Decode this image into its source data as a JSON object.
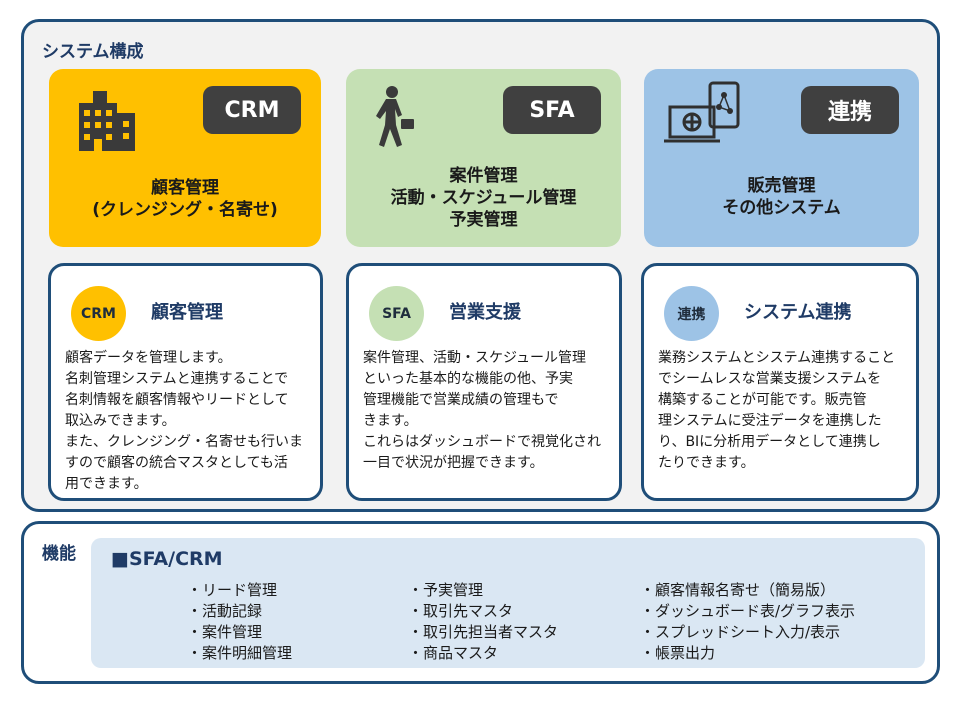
{
  "system": {
    "title": "システム構成",
    "top_boxes": [
      {
        "tag": "CRM",
        "lines": [
          "顧客管理",
          "(クレンジング・名寄せ)"
        ],
        "icon": "building-icon"
      },
      {
        "tag": "SFA",
        "lines": [
          "案件管理",
          "活動・スケジュール管理",
          "予実管理"
        ],
        "icon": "businessman-icon"
      },
      {
        "tag": "連携",
        "lines": [
          "販売管理",
          "その他システム"
        ],
        "icon": "devices-network-icon"
      }
    ],
    "desc_boxes": [
      {
        "badge": "CRM",
        "heading": "顧客管理",
        "lines": [
          "顧客データを管理します。",
          "名刺管理システムと連携することで",
          "名刺情報を顧客情報やリードとして",
          "取込みできます。",
          "また、クレンジング・名寄せも行いま",
          "すので顧客の統合マスタとしても活",
          "用できます。"
        ]
      },
      {
        "badge": "SFA",
        "heading": "営業支援",
        "lines": [
          "案件管理、活動・スケジュール管理",
          "といった基本的な機能の他、予実",
          "管理機能で営業成績の管理もで",
          "きます。",
          "これらはダッシュボードで視覚化され",
          "一目で状況が把握できます。"
        ]
      },
      {
        "badge": "連携",
        "heading": "システム連携",
        "lines": [
          "業務システムとシステム連携すること",
          "でシームレスな営業支援システムを",
          "構築することが可能です。販売管",
          "理システムに受注データを連携した",
          "り、BIに分析用データとして連携し",
          "たりできます。"
        ]
      }
    ],
    "colors": {
      "crm": "#ffc000",
      "sfa": "#c5e0b4",
      "link": "#9dc3e6",
      "border": "#1f4e79",
      "tag": "#404040"
    }
  },
  "functions": {
    "title": "機能",
    "heading": "■SFA/CRM",
    "columns": [
      [
        "・リード管理",
        "・活動記録",
        "・案件管理",
        "・案件明細管理"
      ],
      [
        "・予実管理",
        "・取引先マスタ",
        "・取引先担当者マスタ",
        "・商品マスタ"
      ],
      [
        "・顧客情報名寄せ（簡易版）",
        "・ダッシュボード表/グラフ表示",
        "・スプレッドシート入力/表示",
        "・帳票出力"
      ]
    ]
  }
}
